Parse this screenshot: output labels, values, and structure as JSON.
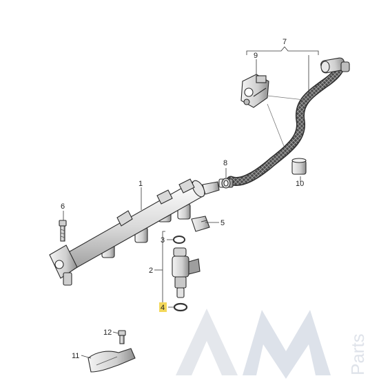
{
  "callouts": {
    "n1": "1",
    "n2": "2",
    "n3": "3",
    "n4": "4",
    "n5": "5",
    "n6": "6",
    "n7": "7",
    "n8": "8",
    "n9": "9",
    "n10": "10",
    "n11": "11",
    "n12": "12"
  },
  "highlight": {
    "callout": "4",
    "color": "#f3d85a"
  },
  "watermark": {
    "text": "Parts",
    "logo": "AM",
    "color": "#dfe3ea"
  }
}
